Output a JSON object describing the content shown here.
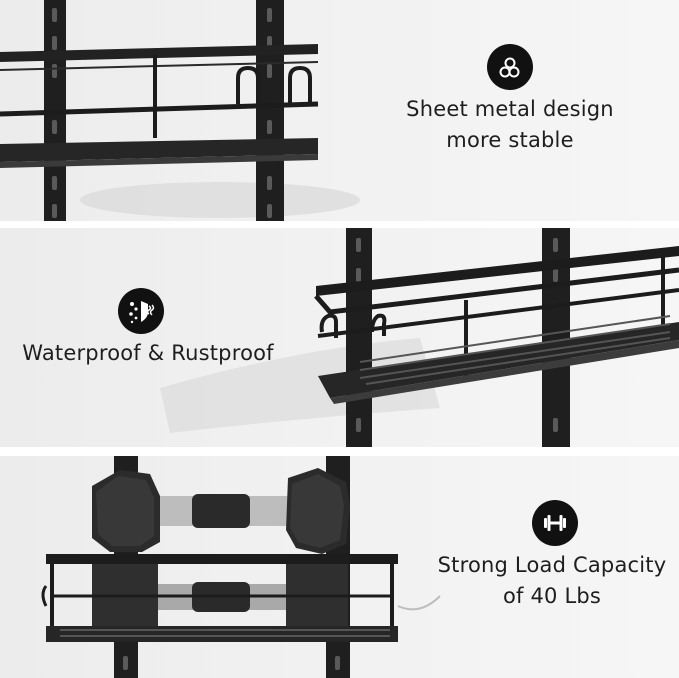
{
  "features": [
    {
      "icon": "layers-icon",
      "lines": [
        "Sheet metal design",
        "more stable"
      ]
    },
    {
      "icon": "water-shield-icon",
      "lines": [
        "Waterproof & Rustproof"
      ]
    },
    {
      "icon": "dumbbell-icon",
      "lines": [
        "Strong Load Capacity",
        "of 40 Lbs"
      ]
    }
  ],
  "colors": {
    "panel_background": "#efefef",
    "rack_metal": "#1c1c1c",
    "badge": "#111111",
    "text": "#1e1e1e"
  }
}
